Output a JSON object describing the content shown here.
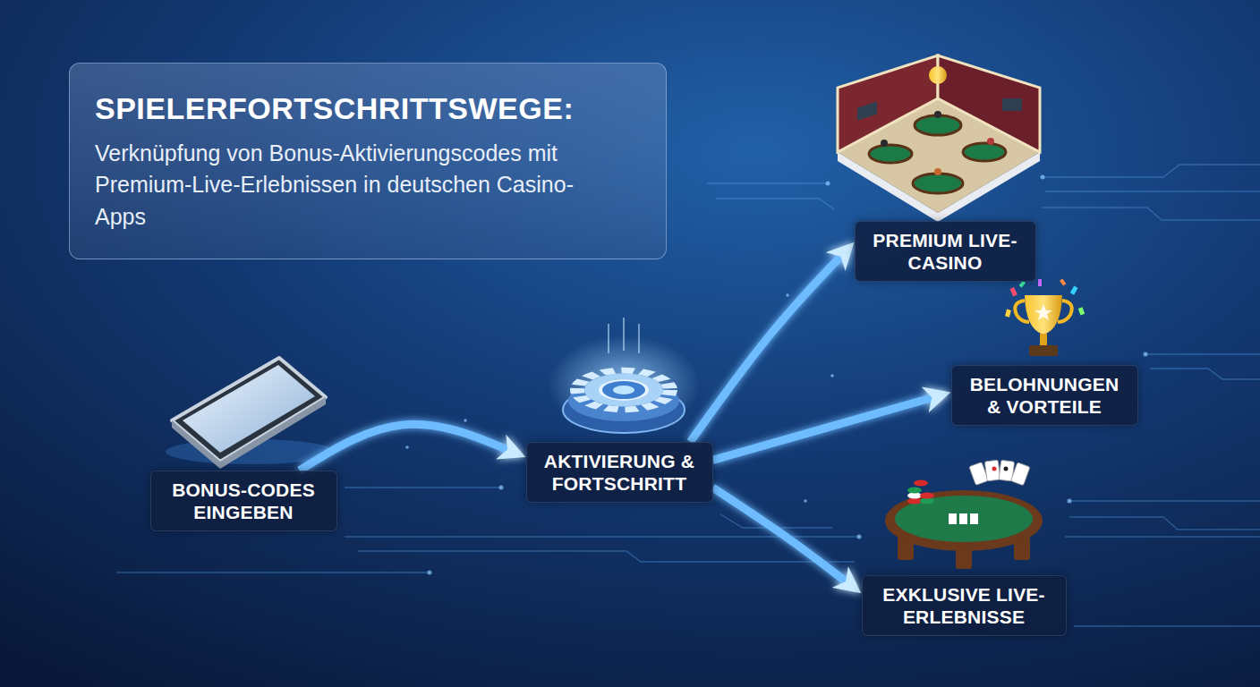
{
  "diagram": {
    "nodes": [
      {
        "text": [
          "SPIELERFORTSCHRITTSWEGE:",
          "Verknüpfung von Bonus-Aktivierungscodes mit Premium-Live-Erlebnissen in deutschen Casino-Apps"
        ]
      },
      {
        "text": [
          "BONUS-CODES EINGEBEN"
        ]
      },
      {
        "text": [
          "AKTIVIERUNG & FORTSCHRITT"
        ]
      },
      {
        "text": [
          "PREMIUM LIVE-CASINO"
        ]
      },
      {
        "text": [
          "BELOHNUNGEN & VORTEILE"
        ]
      },
      {
        "text": [
          "EXKLUSIVE LIVE-ERLEBNISSE"
        ]
      }
    ],
    "edges": [
      {
        "from": 1,
        "to": 2,
        "arrow": "to"
      },
      {
        "from": 2,
        "to": 3,
        "arrow": "to"
      },
      {
        "from": 2,
        "to": 4,
        "arrow": "to"
      },
      {
        "from": 2,
        "to": 5,
        "arrow": "to"
      }
    ]
  }
}
